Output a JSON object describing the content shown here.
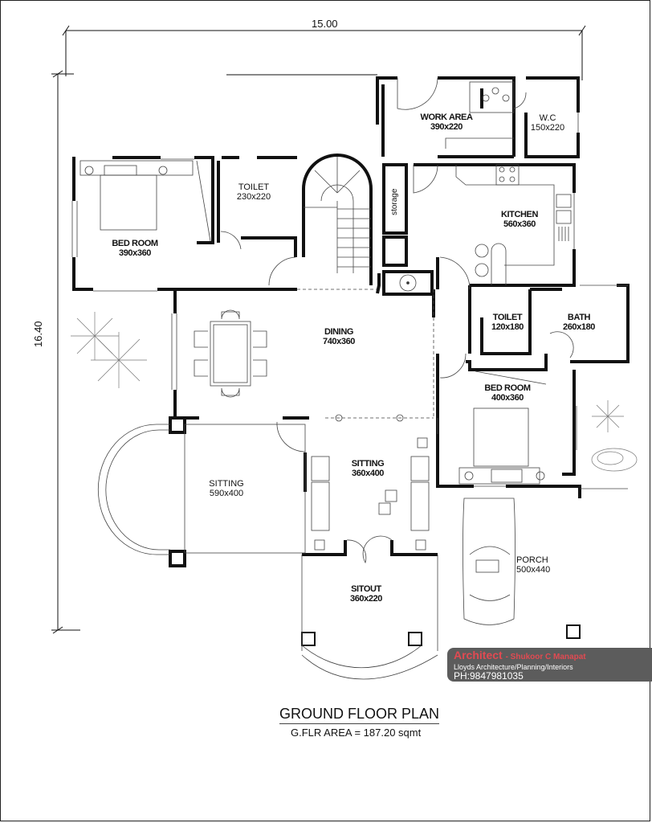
{
  "drawing": {
    "title": "GROUND FLOOR PLAN",
    "area_label": "G.FLR AREA = 187.20 sqmt",
    "dimensions": {
      "width": "15.00",
      "depth": "16.40"
    }
  },
  "rooms": [
    {
      "name": "WORK AREA",
      "size": "390x220"
    },
    {
      "name": "W.C",
      "size": "150x220"
    },
    {
      "name": "TOILET",
      "size": "230x220"
    },
    {
      "name": "BED ROOM",
      "size": "390x360"
    },
    {
      "name": "storage",
      "size": ""
    },
    {
      "name": "KITCHEN",
      "size": "560x360"
    },
    {
      "name": "DINING",
      "size": "740x360"
    },
    {
      "name": "TOILET",
      "size": "120x180"
    },
    {
      "name": "BATH",
      "size": "260x180"
    },
    {
      "name": "BED ROOM",
      "size": "400x360"
    },
    {
      "name": "SITTING",
      "size": "590x400"
    },
    {
      "name": "SITTING",
      "size": "360x400"
    },
    {
      "name": "PORCH",
      "size": "500x440"
    },
    {
      "name": "SITOUT",
      "size": "360x220"
    }
  ],
  "stamp": {
    "role": "Architect",
    "name": "- Shukoor C Manapat",
    "firm": "Lloyds Architecture/Planning/Interiors",
    "phone": "PH:9847981035",
    "accent_color": "#e14a52"
  },
  "icons": [
    "tree-icon",
    "car-icon",
    "bed-icon",
    "dining-table-icon",
    "staircase-icon",
    "sofa-icon",
    "stove-icon",
    "sink-icon"
  ]
}
